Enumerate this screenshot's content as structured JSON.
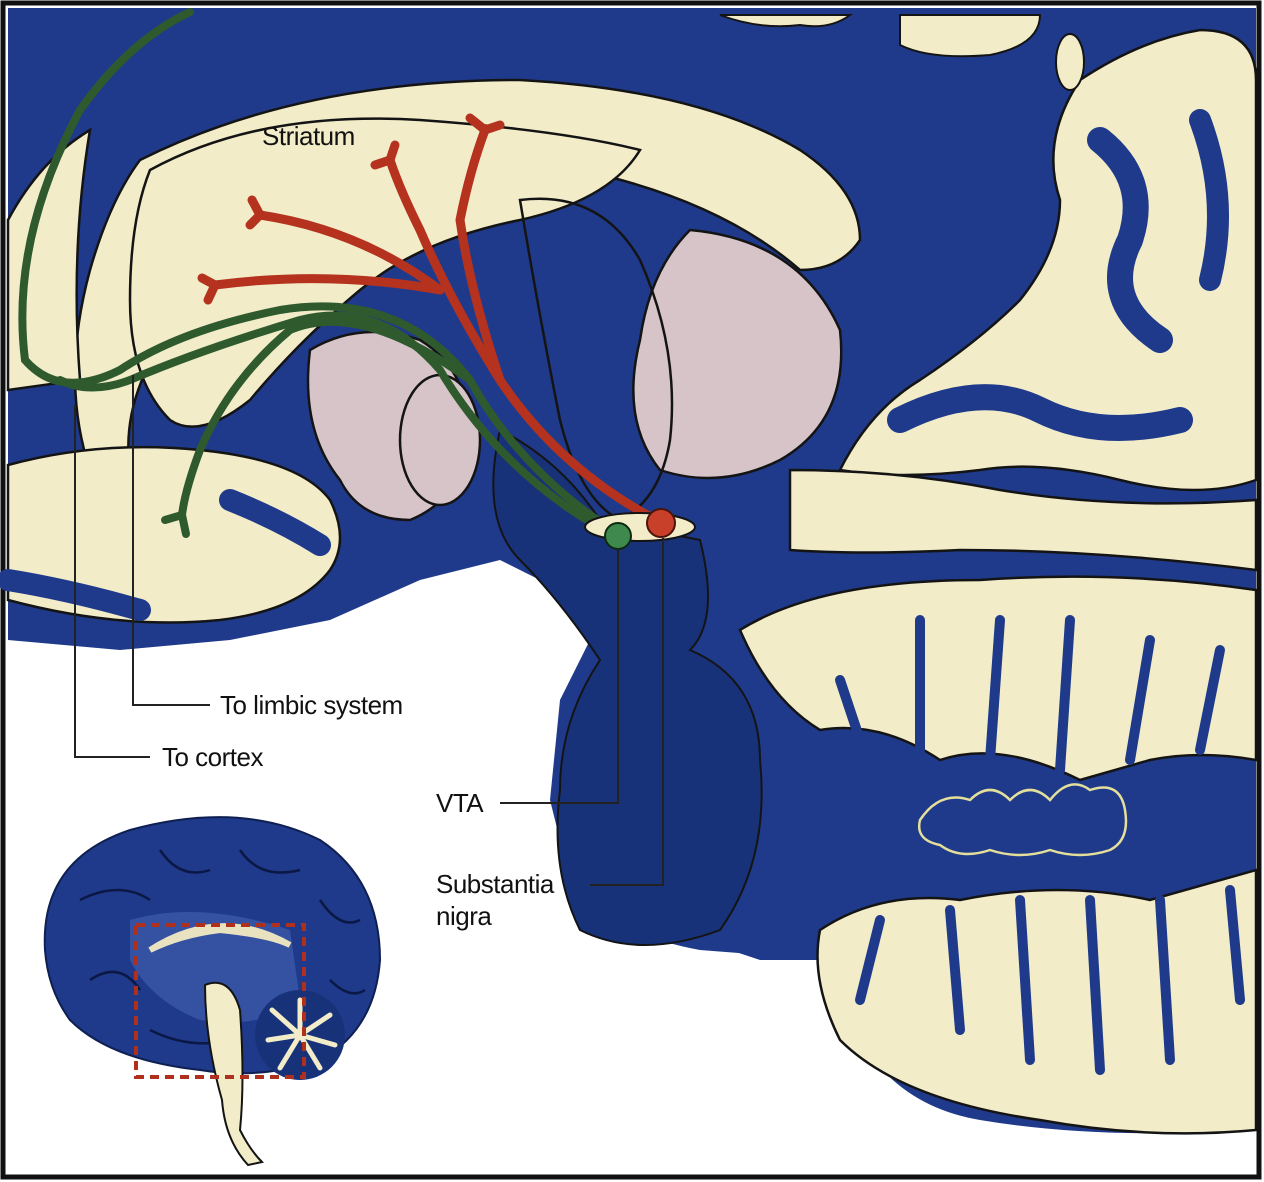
{
  "labels": {
    "striatum": "Striatum",
    "limbic": "To limbic system",
    "cortex": "To cortex",
    "vta": "VTA",
    "substantia_line1": "Substantia",
    "substantia_line2": "nigra"
  },
  "colors": {
    "tissue_blue": "#1f3a8a",
    "tissue_dark": "#162d6e",
    "cream": "#f2ecc9",
    "thalamus": "#d6c4c9",
    "red_pathway": "#b5321f",
    "green_pathway": "#2f5a2e",
    "vta_node": "#3d8a4c",
    "sn_node": "#c8402a",
    "inset_box": "#b0301e",
    "outline": "#141414"
  },
  "icons": {
    "red_terminal": "branching-terminal",
    "green_terminal": "branching-terminal"
  }
}
